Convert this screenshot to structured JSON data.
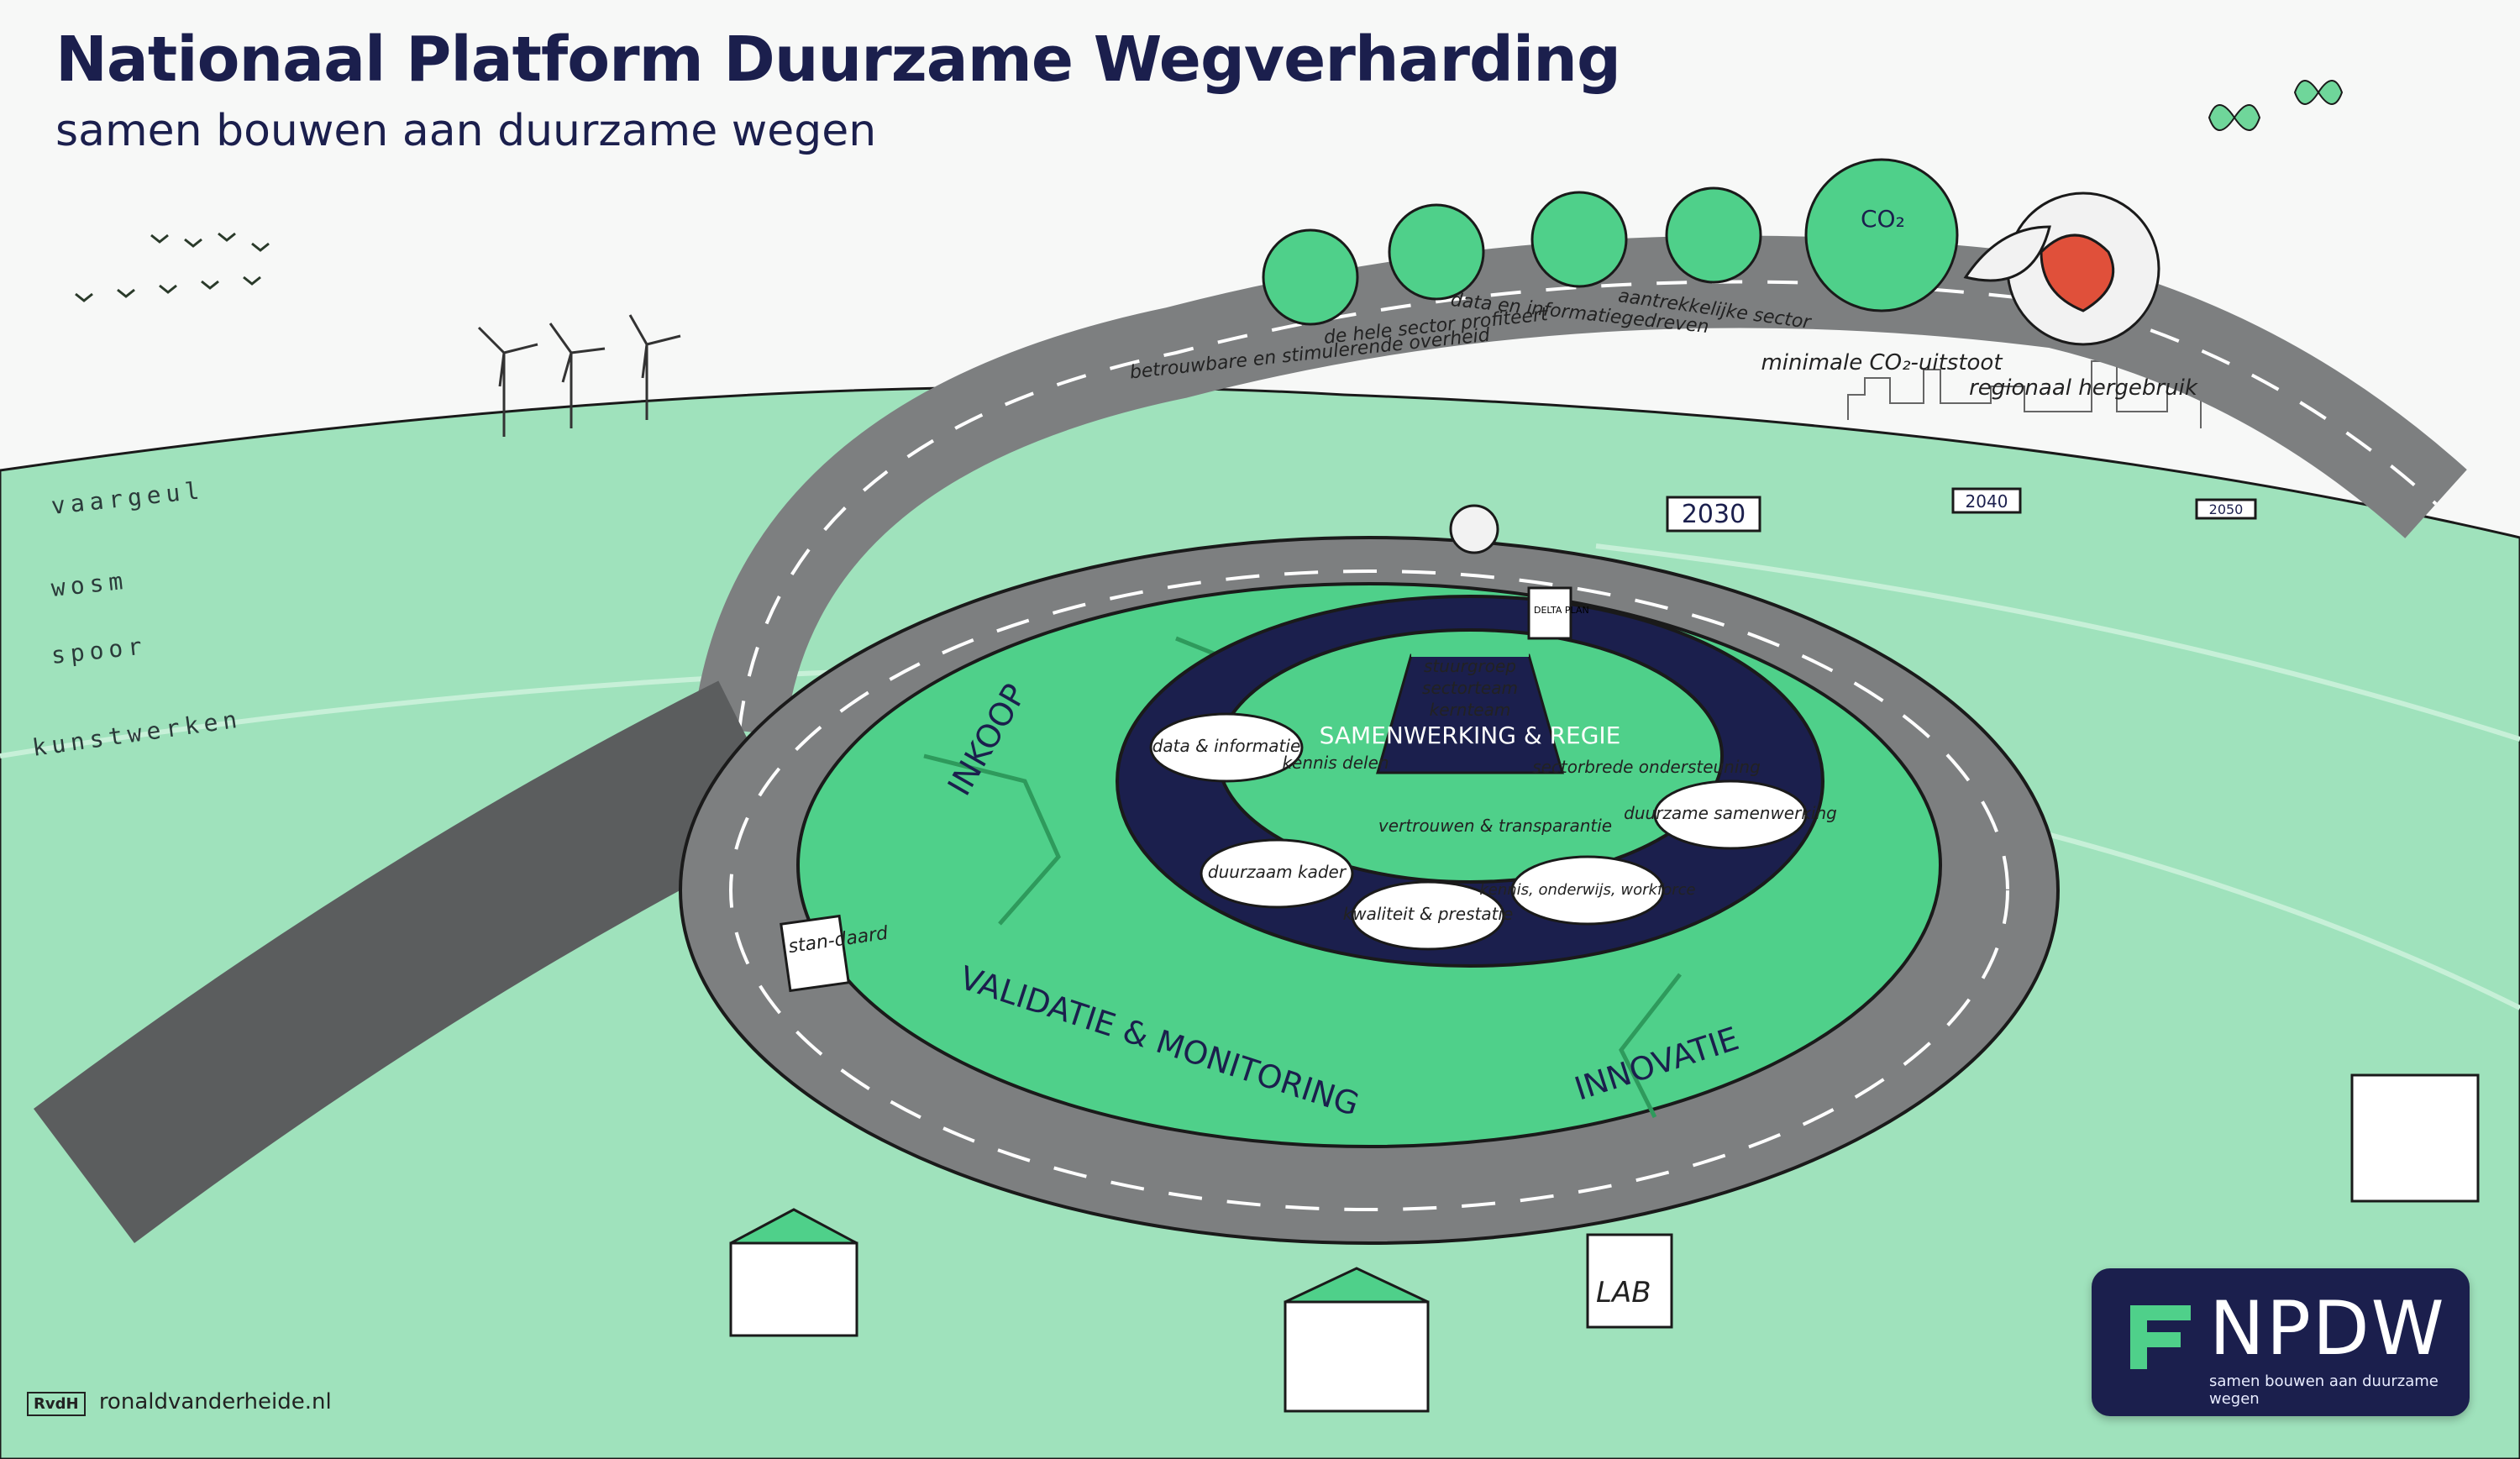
{
  "header": {
    "title": "Nationaal Platform Duurzame Wegverharding",
    "subtitle": "samen bouwen aan duurzame wegen"
  },
  "modes": [
    "vaargeul",
    "wosm",
    "spoor",
    "kunstwerken"
  ],
  "years": [
    "2030",
    "2040",
    "2050"
  ],
  "goals": [
    {
      "label": "betrouwbare en stimulerende overheid",
      "icon": "handshake-icon"
    },
    {
      "label": "de hele sector profiteert",
      "icon": "spiral-icon"
    },
    {
      "label": "data en informatiegedreven",
      "icon": "data-icon"
    },
    {
      "label": "aantrekkelijke sector",
      "icon": "workers-icon"
    },
    {
      "label": "minimale CO₂-uitstoot",
      "icon": "co2-icon"
    },
    {
      "label": "regionaal hergebruik",
      "icon": "reuse-map-icon"
    }
  ],
  "ring_labels": {
    "inkoop": "INKOOP",
    "validatie": "VALIDATIE & MONITORING",
    "innovatie": "INNOVATIE"
  },
  "center": {
    "title": "SAMENWERKING & REGIE",
    "tiers": [
      "stuurgroep",
      "sectorteam",
      "kernteam"
    ],
    "inner_labels": [
      "kennis delen",
      "vertrouwen & transparantie",
      "sectorbrede ondersteuning"
    ]
  },
  "pillars": [
    "data & informatie",
    "duurzaam kader",
    "kwaliteit & prestatie",
    "kennis, onderwijs, workforce",
    "duurzame samenwerking"
  ],
  "signs": {
    "standaard": "stan-daard",
    "lab": "LAB",
    "delta_plan": "DELTA PLAN"
  },
  "logo": {
    "brand": "NPDW",
    "tagline": "samen bouwen aan duurzame wegen"
  },
  "credit": {
    "initials": "RvdH",
    "site": "ronaldvanderheide.nl"
  },
  "colors": {
    "navy": "#1b1f4d",
    "green": "#4fd08a",
    "dark_green": "#2e9a5c",
    "road": "#7d7f80",
    "field": "#9fe2bc",
    "red": "#e0503a"
  }
}
